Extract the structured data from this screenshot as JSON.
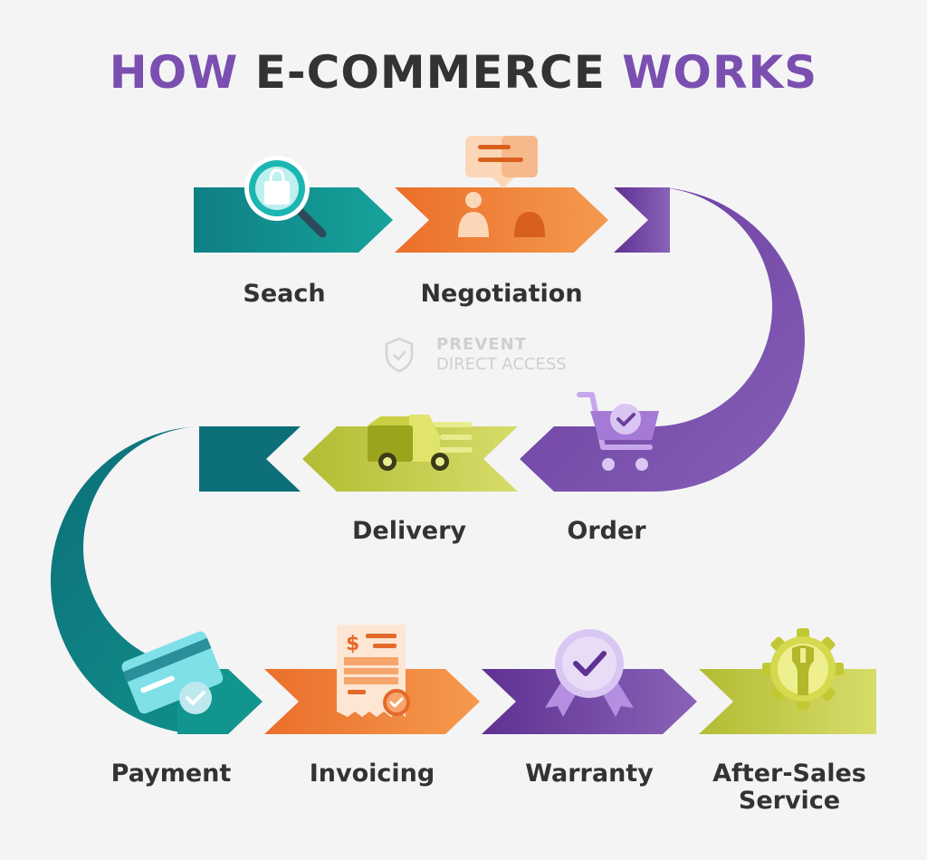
{
  "title": {
    "part1": "HOW",
    "part2": "E-COMMERCE",
    "part3": "WORKS"
  },
  "watermark": {
    "line1": "PREVENT",
    "line2": "DIRECT ACCESS",
    "icon": "shield-icon"
  },
  "steps": [
    {
      "label": "Seach",
      "icon": "shopping-bag-search-icon",
      "color": "#12958f"
    },
    {
      "label": "Negotiation",
      "icon": "chat-people-icon",
      "color": "#ef7f3a"
    },
    {
      "label": "Order",
      "icon": "shopping-cart-check-icon",
      "color": "#6e3f9e"
    },
    {
      "label": "Delivery",
      "icon": "delivery-truck-icon",
      "color": "#c4cd4d"
    },
    {
      "label": "Payment",
      "icon": "credit-card-check-icon",
      "color": "#0e8185"
    },
    {
      "label": "Invoicing",
      "icon": "invoice-check-icon",
      "color": "#ef7f3a"
    },
    {
      "label": "Warranty",
      "icon": "warranty-badge-icon",
      "color": "#6e3f9e"
    },
    {
      "label": "After-Sales\nService",
      "icon": "gear-wrench-icon",
      "color": "#b9c236"
    }
  ]
}
